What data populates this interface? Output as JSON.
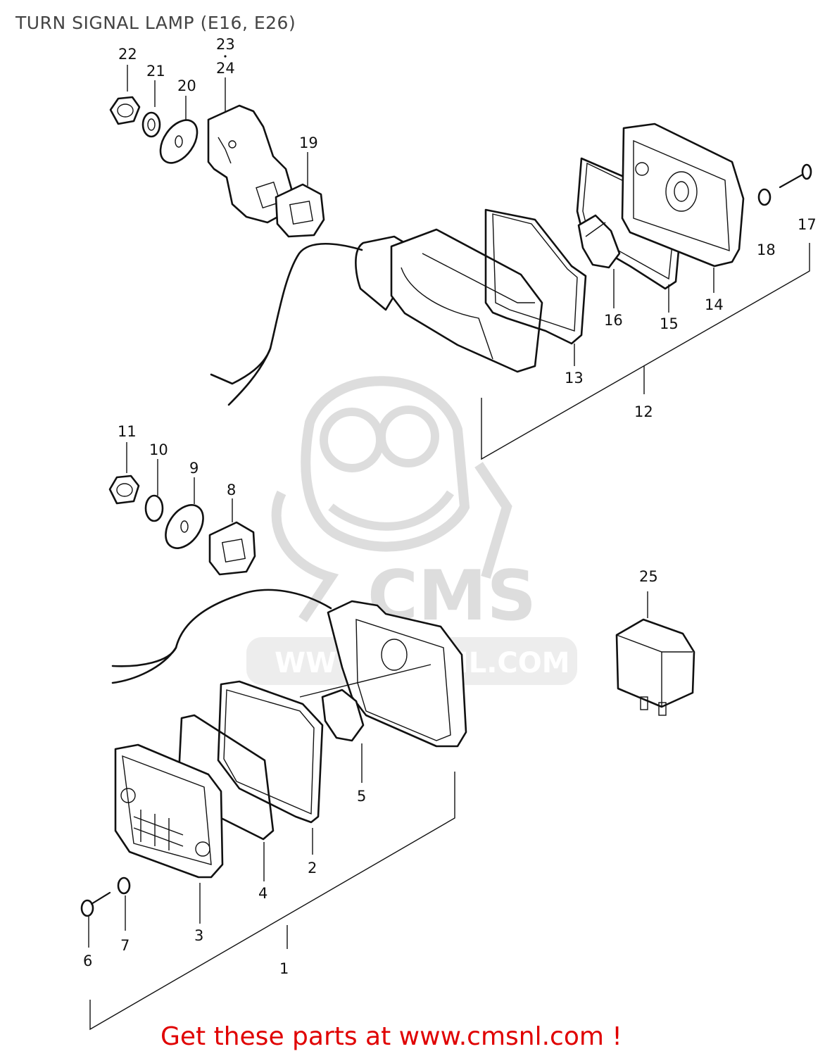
{
  "title": "TURN SIGNAL LAMP (E16, E26)",
  "cta": "Get these parts at www.cmsnl.com !",
  "watermark": {
    "brand": "CMS",
    "url": "WWW.CMSNL.COM",
    "color": "#dadada"
  },
  "callouts": [
    "1",
    "2",
    "3",
    "4",
    "5",
    "6",
    "7",
    "8",
    "9",
    "10",
    "11",
    "12",
    "13",
    "14",
    "15",
    "16",
    "17",
    "18",
    "19",
    "20",
    "21",
    "22",
    "23",
    "24",
    "25"
  ],
  "colors": {
    "line": "#111111",
    "cta": "#e00000",
    "title": "#444444"
  }
}
